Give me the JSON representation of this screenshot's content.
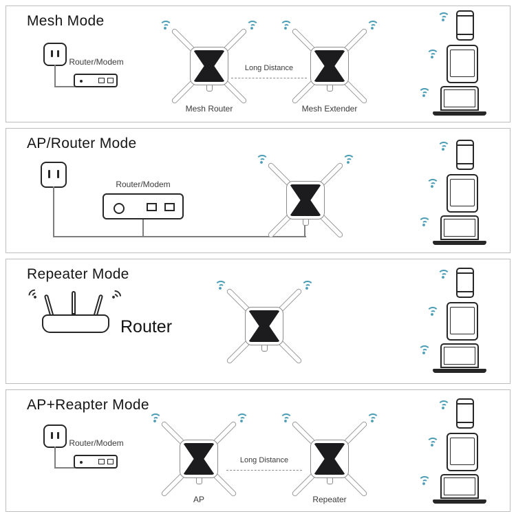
{
  "colors": {
    "wifi_accent": "#4b9cb5",
    "device_outline": "#262626",
    "antenna_outline": "#9a9a9a",
    "cable_line": "#7d7d7d",
    "panel_border": "#bdbdbd",
    "device_face": "#1c1c1e"
  },
  "icons": {
    "wifi": "wifi-icon",
    "plug": "power-plug-icon",
    "modem": "router-modem-icon",
    "router": "wireless-router-icon",
    "mesh_device": "mesh-device-icon",
    "phone": "smartphone-icon",
    "tablet": "tablet-icon",
    "laptop": "laptop-icon"
  },
  "panel1": {
    "title": "Mesh Mode",
    "modem_label": "Router/Modem",
    "device1_label": "Mesh Router",
    "device2_label": "Mesh Extender",
    "distance_label": "Long Distance"
  },
  "panel2": {
    "title": "AP/Router Mode",
    "modem_label": "Router/Modem"
  },
  "panel3": {
    "title": "Repeater Mode",
    "router_label": "Router"
  },
  "panel4": {
    "title": "AP+Reapter Mode",
    "modem_label": "Router/Modem",
    "device1_label": "AP",
    "device2_label": "Repeater",
    "distance_label": "Long Distance"
  }
}
